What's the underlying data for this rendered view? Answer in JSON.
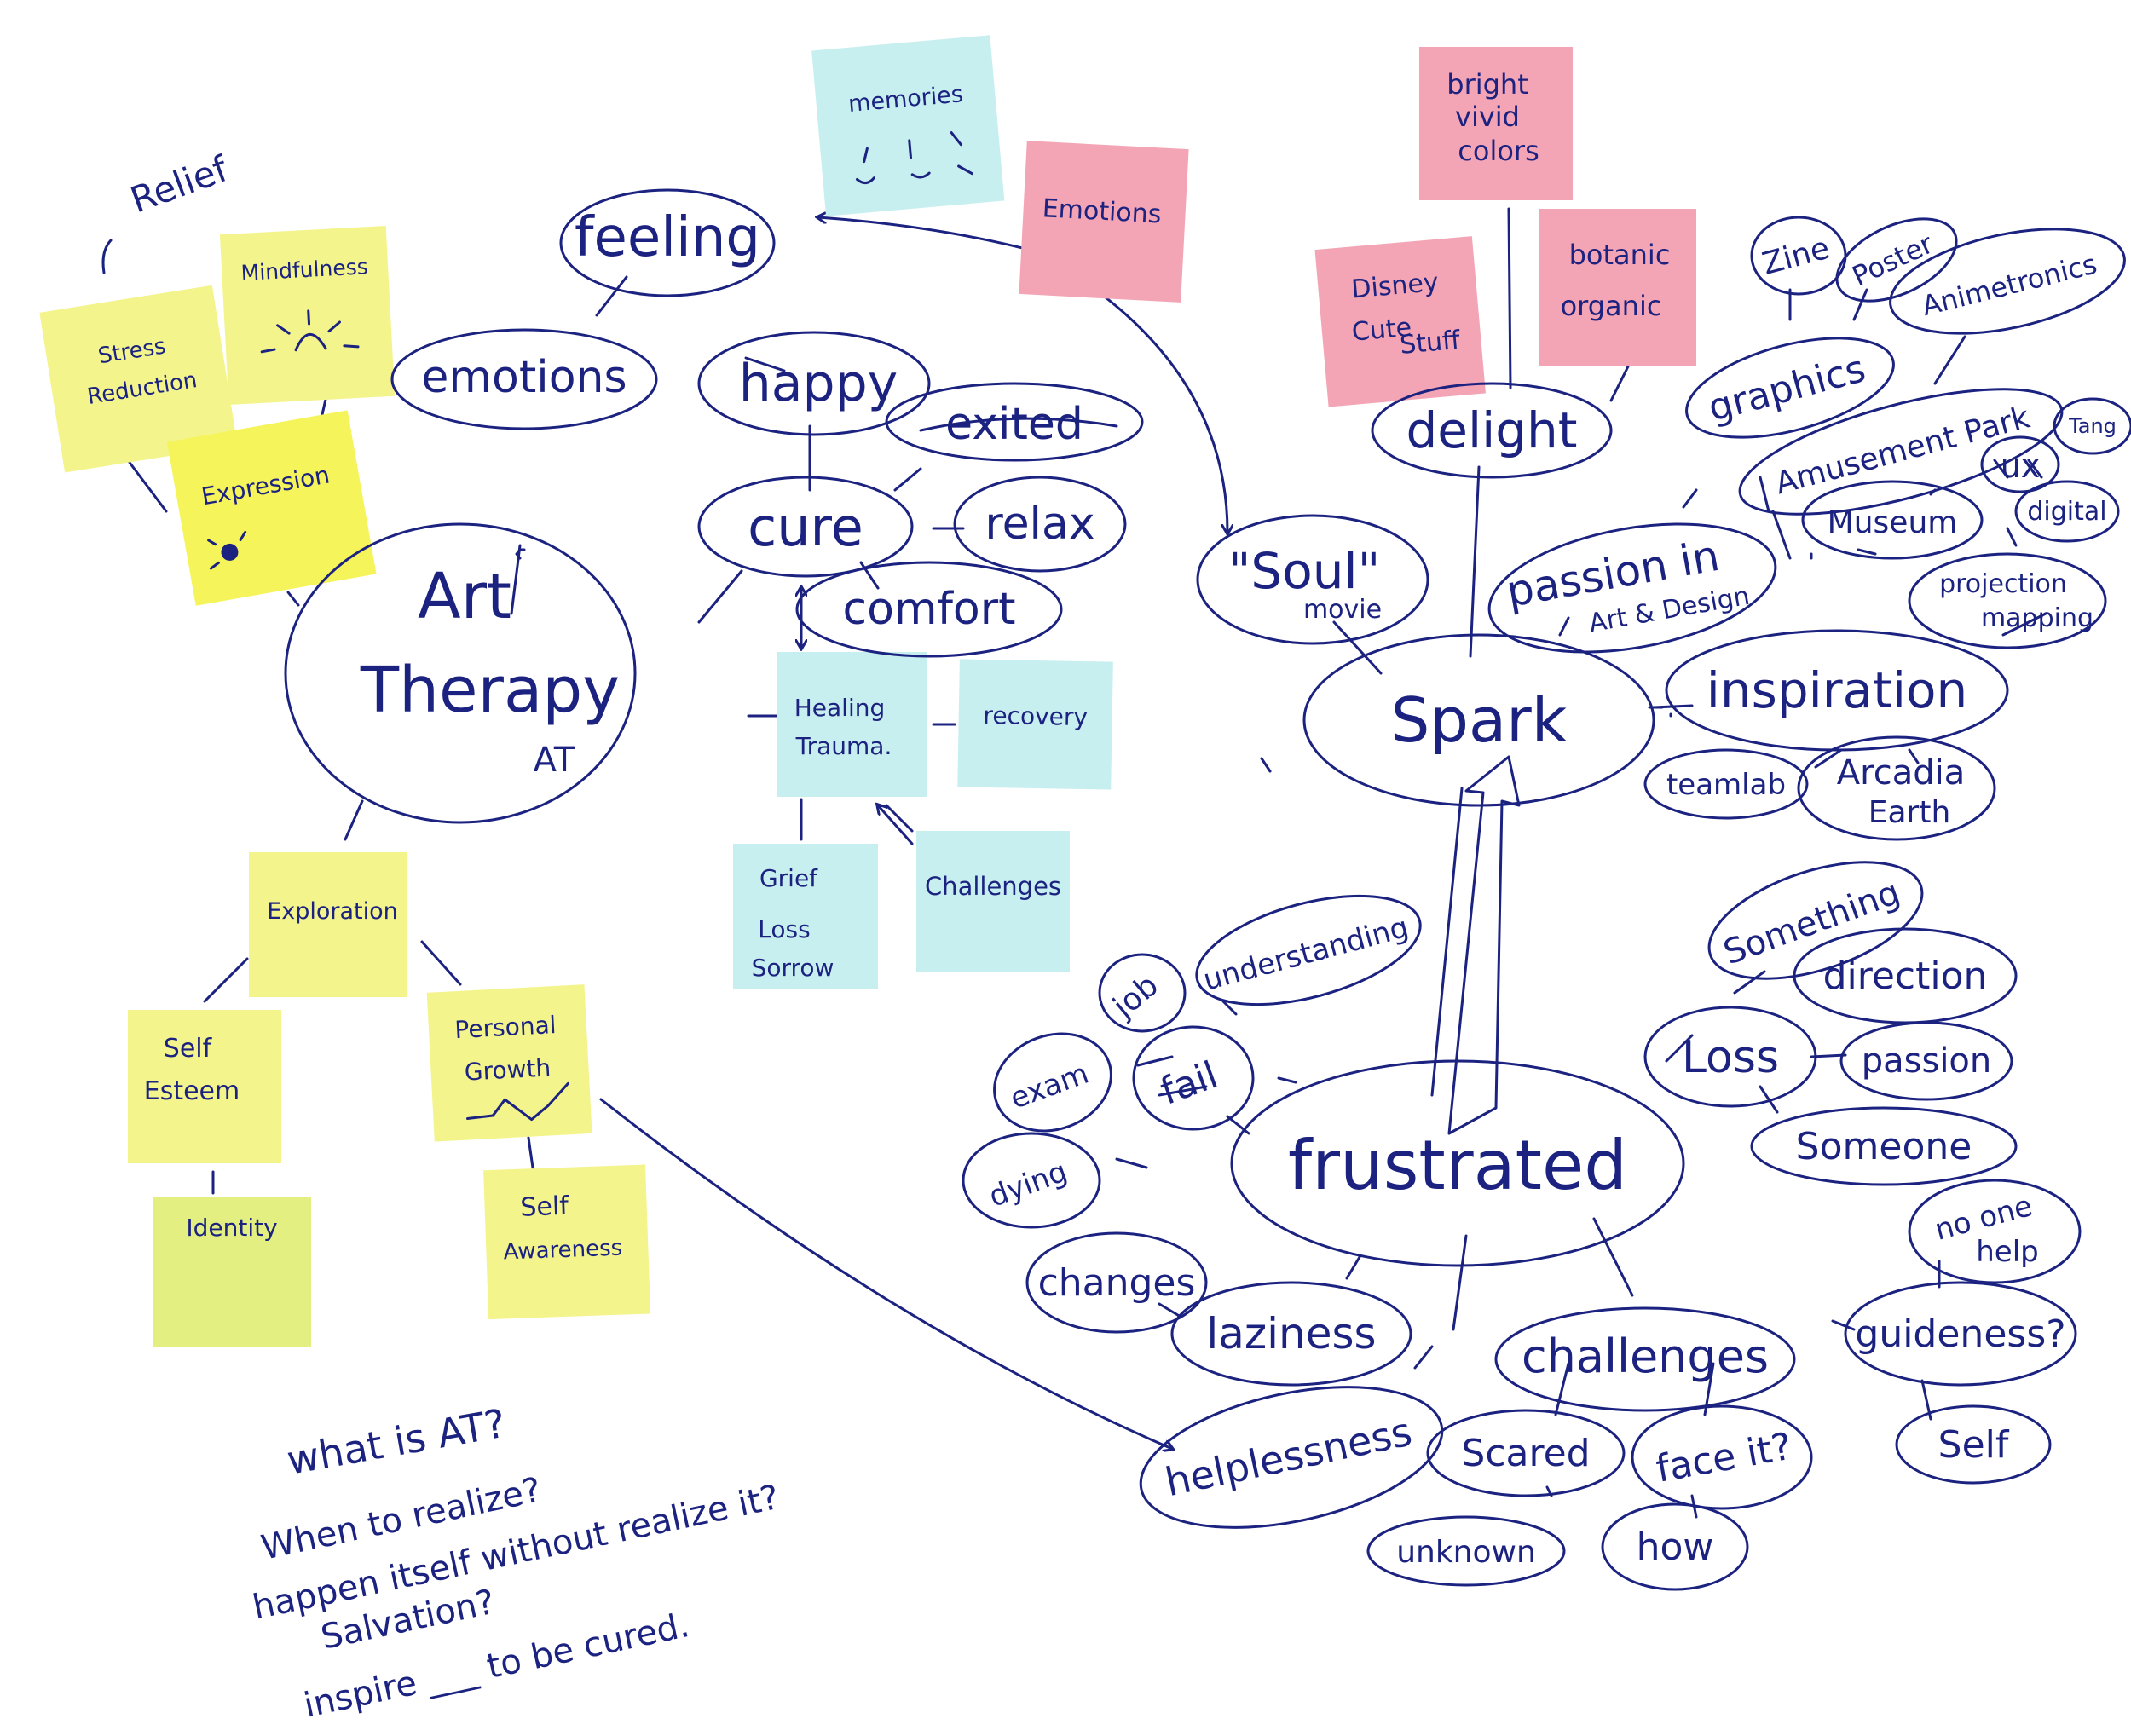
{
  "colors": {
    "ink": "#1b2280",
    "sticky_yellow": "#f3f48c",
    "sticky_yellow_green": "#e3f081",
    "sticky_blue": "#c8eff0",
    "sticky_pink": "#f3a4b5",
    "background": "#ffffff"
  },
  "left_map": {
    "center": [
      "Art",
      "Therapy",
      "AT"
    ],
    "relief": "Relief",
    "stress_reduction": [
      "Stress",
      "Reduction"
    ],
    "mindfulness": "Mindfulness",
    "expression": "Expression",
    "emotions": "emotions",
    "feeling": "feeling",
    "memories": "memories",
    "cure": "cure",
    "happy": "happy",
    "exited": "exited",
    "relax": "relax",
    "comfort": "comfort",
    "healing_trauma": [
      "Healing",
      "Trauma."
    ],
    "recovery": "recovery",
    "grief_loss_sorrow": [
      "Grief",
      "Loss",
      "Sorrow"
    ],
    "challenges_note": "Challenges",
    "exploration": "Exploration",
    "self_esteem": [
      "Self",
      "Esteem"
    ],
    "personal_growth": [
      "Personal",
      "Growth"
    ],
    "identity": "Identity",
    "self_awareness": [
      "Self",
      "Awareness"
    ]
  },
  "questions": [
    "what is AT?",
    "When to realize?",
    "happen itself without realize it?",
    "Salvation?",
    "inspire ___ to be cured."
  ],
  "right_map": {
    "emotions_note": "Emotions",
    "soul": "\"Soul\"",
    "soul_sub": "movie",
    "bright_colors": [
      "bright",
      "vivid",
      "colors"
    ],
    "disney": [
      "Disney",
      "Cute",
      "Stuff"
    ],
    "botanic": [
      "botanic",
      "organic"
    ],
    "delight": "delight",
    "zine": "Zine",
    "poster": "Poster",
    "animetronics": "Animetronics",
    "graphics": "graphics",
    "amusement_park": "Amusement Park",
    "ux": "ux",
    "tangible": "Tang",
    "digital": "digital",
    "passion_design": [
      "passion in",
      "Art & Design"
    ],
    "museum": "Museum",
    "projection_mapping": [
      "projection",
      "mapping"
    ],
    "spark": "Spark",
    "inspiration": "inspiration",
    "teamlab": "teamlab",
    "arcadia": [
      "Arcadia",
      "Earth"
    ],
    "frustrated": "frustrated",
    "fail": "fail",
    "job": "job",
    "understanding": "understanding",
    "exam": "exam",
    "dying": "dying",
    "changes": "changes",
    "laziness": "laziness",
    "helplessness": "helplessness",
    "challenges": "challenges",
    "scared": "Scared",
    "unknown": "unknown",
    "face_it": "face it?",
    "how": "how",
    "guideness": "guideness?",
    "no_one_help": [
      "no one",
      "help"
    ],
    "self": "Self",
    "loss": "Loss",
    "something": "Something",
    "direction": "direction",
    "passion": "passion",
    "someone": "Someone"
  }
}
